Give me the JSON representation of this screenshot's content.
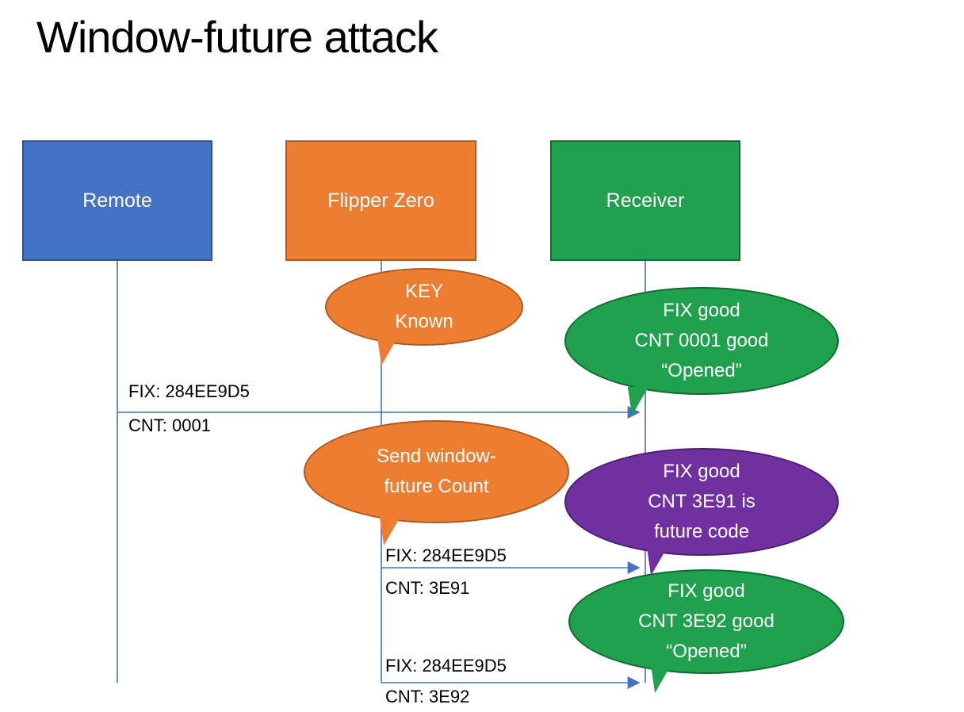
{
  "title": "Window-future attack",
  "colors": {
    "blue": "#4472C4",
    "blueBorder": "#2F528F",
    "orange": "#ED7D31",
    "orangeBorder": "#AE5A21",
    "green": "#1FA14E",
    "greenBorder": "#0E6B33",
    "purple": "#7030A0",
    "purpleBorder": "#4B2070",
    "line": "#4472C4"
  },
  "actors": [
    {
      "label": "Remote"
    },
    {
      "label": "Flipper Zero"
    },
    {
      "label": "Receiver"
    }
  ],
  "bubbles": [
    {
      "lines": [
        "KEY",
        "Known"
      ]
    },
    {
      "lines": [
        "FIX good",
        "CNT 0001 good",
        "“Opened”"
      ]
    },
    {
      "lines": [
        "Send window-",
        "future Count"
      ]
    },
    {
      "lines": [
        "FIX good",
        "CNT 3E91 is",
        "future code"
      ]
    },
    {
      "lines": [
        "FIX good",
        "CNT 3E92 good",
        "“Opened”"
      ]
    }
  ],
  "messages": [
    {
      "line1": "FIX: 284EE9D5",
      "line2": "CNT: 0001"
    },
    {
      "line1": "FIX: 284EE9D5",
      "line2": "CNT: 3E91"
    },
    {
      "line1": "FIX: 284EE9D5",
      "line2": "CNT: 3E92"
    }
  ]
}
